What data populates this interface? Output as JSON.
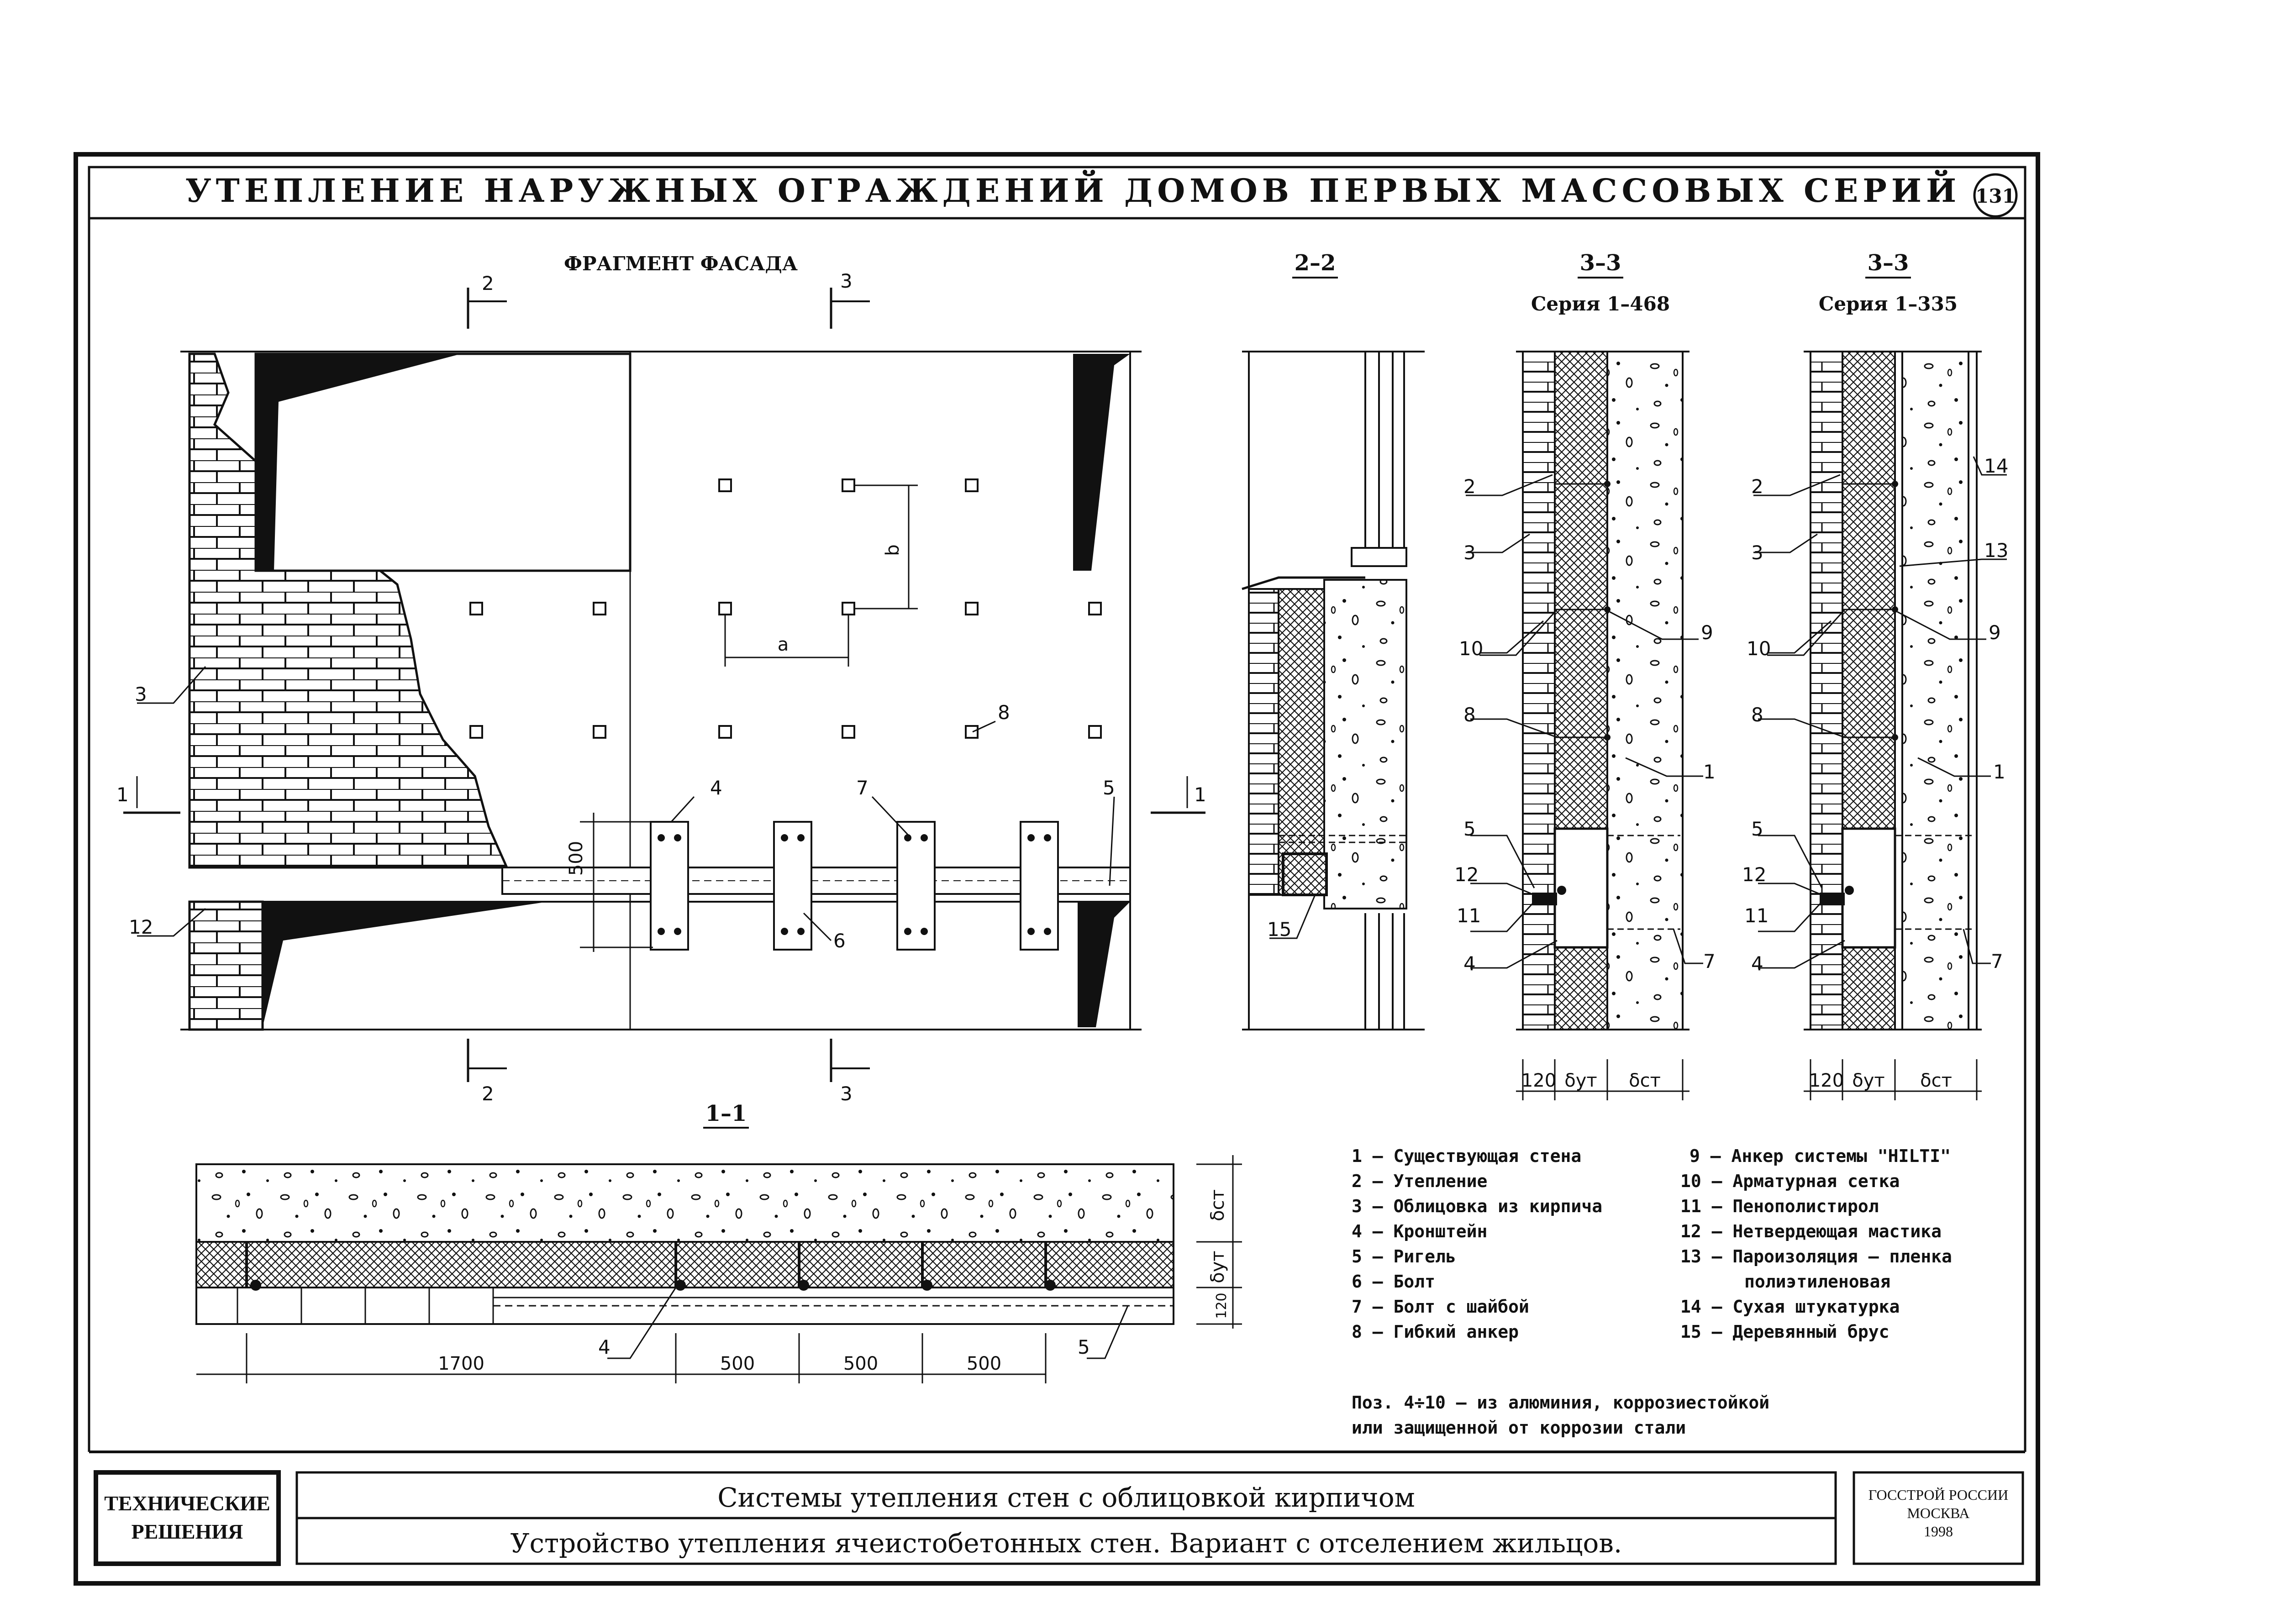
{
  "sheet": {
    "title": "УТЕПЛЕНИЕ НАРУЖНЫХ ОГРАЖДЕНИЙ ДОМОВ ПЕРВЫХ МАССОВЫХ СЕРИЙ",
    "page_number": "131"
  },
  "facade": {
    "title": "ФРАГМЕНТ ФАСАДА",
    "grid_label_a": "a",
    "grid_label_b": "b",
    "dim_500": "500",
    "section_marks": {
      "s1": "1",
      "s2": "2",
      "s3": "3"
    }
  },
  "section_2_2": {
    "title": "2–2"
  },
  "section_3_3_a": {
    "title": "3–3",
    "series": "Серия 1–468"
  },
  "section_3_3_b": {
    "title": "3–3",
    "series": "Серия 1–335"
  },
  "section_1_1": {
    "title": "1–1",
    "dims": [
      "1700",
      "500",
      "500",
      "500"
    ],
    "layer_labels": [
      "δст",
      "δут",
      "120"
    ]
  },
  "thickness_labels": [
    "120",
    "δут",
    "δст"
  ],
  "callouts": [
    "1",
    "2",
    "3",
    "4",
    "5",
    "6",
    "7",
    "8",
    "9",
    "10",
    "11",
    "12",
    "13",
    "14",
    "15"
  ],
  "legend": {
    "left": [
      "1 – Существующая стена",
      "2 – Утепление",
      "3 – Облицовка из кирпича",
      "4 – Кронштейн",
      "5 – Ригель",
      "6 – Болт",
      "7 – Болт с шайбой",
      "8 – Гибкий анкер"
    ],
    "right": [
      "9 – Анкер системы \"HILTI\"",
      "10 – Арматурная сетка",
      "11 – Пенополистирол",
      "12 – Нетвердеющая мастика",
      "13 – Пароизоляция – пленка",
      "полиэтиленовая",
      "14 – Сухая штукатурка",
      "15 – Деревянный брус"
    ]
  },
  "note": {
    "line1": "Поз. 4÷10 – из алюминия, коррозиестойкой",
    "line2": "или защищенной от коррозии стали"
  },
  "title_block": {
    "stamp_line1": "ТЕХНИЧЕСКИЕ",
    "stamp_line2": "РЕШЕНИЯ",
    "line1": "Системы утепления стен с облицовкой кирпичом",
    "line2": "Устройство утепления ячеистобетонных стен. Вариант с отселением жильцов.",
    "org_line1": "ГОССТРОЙ РОССИИ",
    "org_line2": "МОСКВА",
    "org_line3": "1998"
  }
}
